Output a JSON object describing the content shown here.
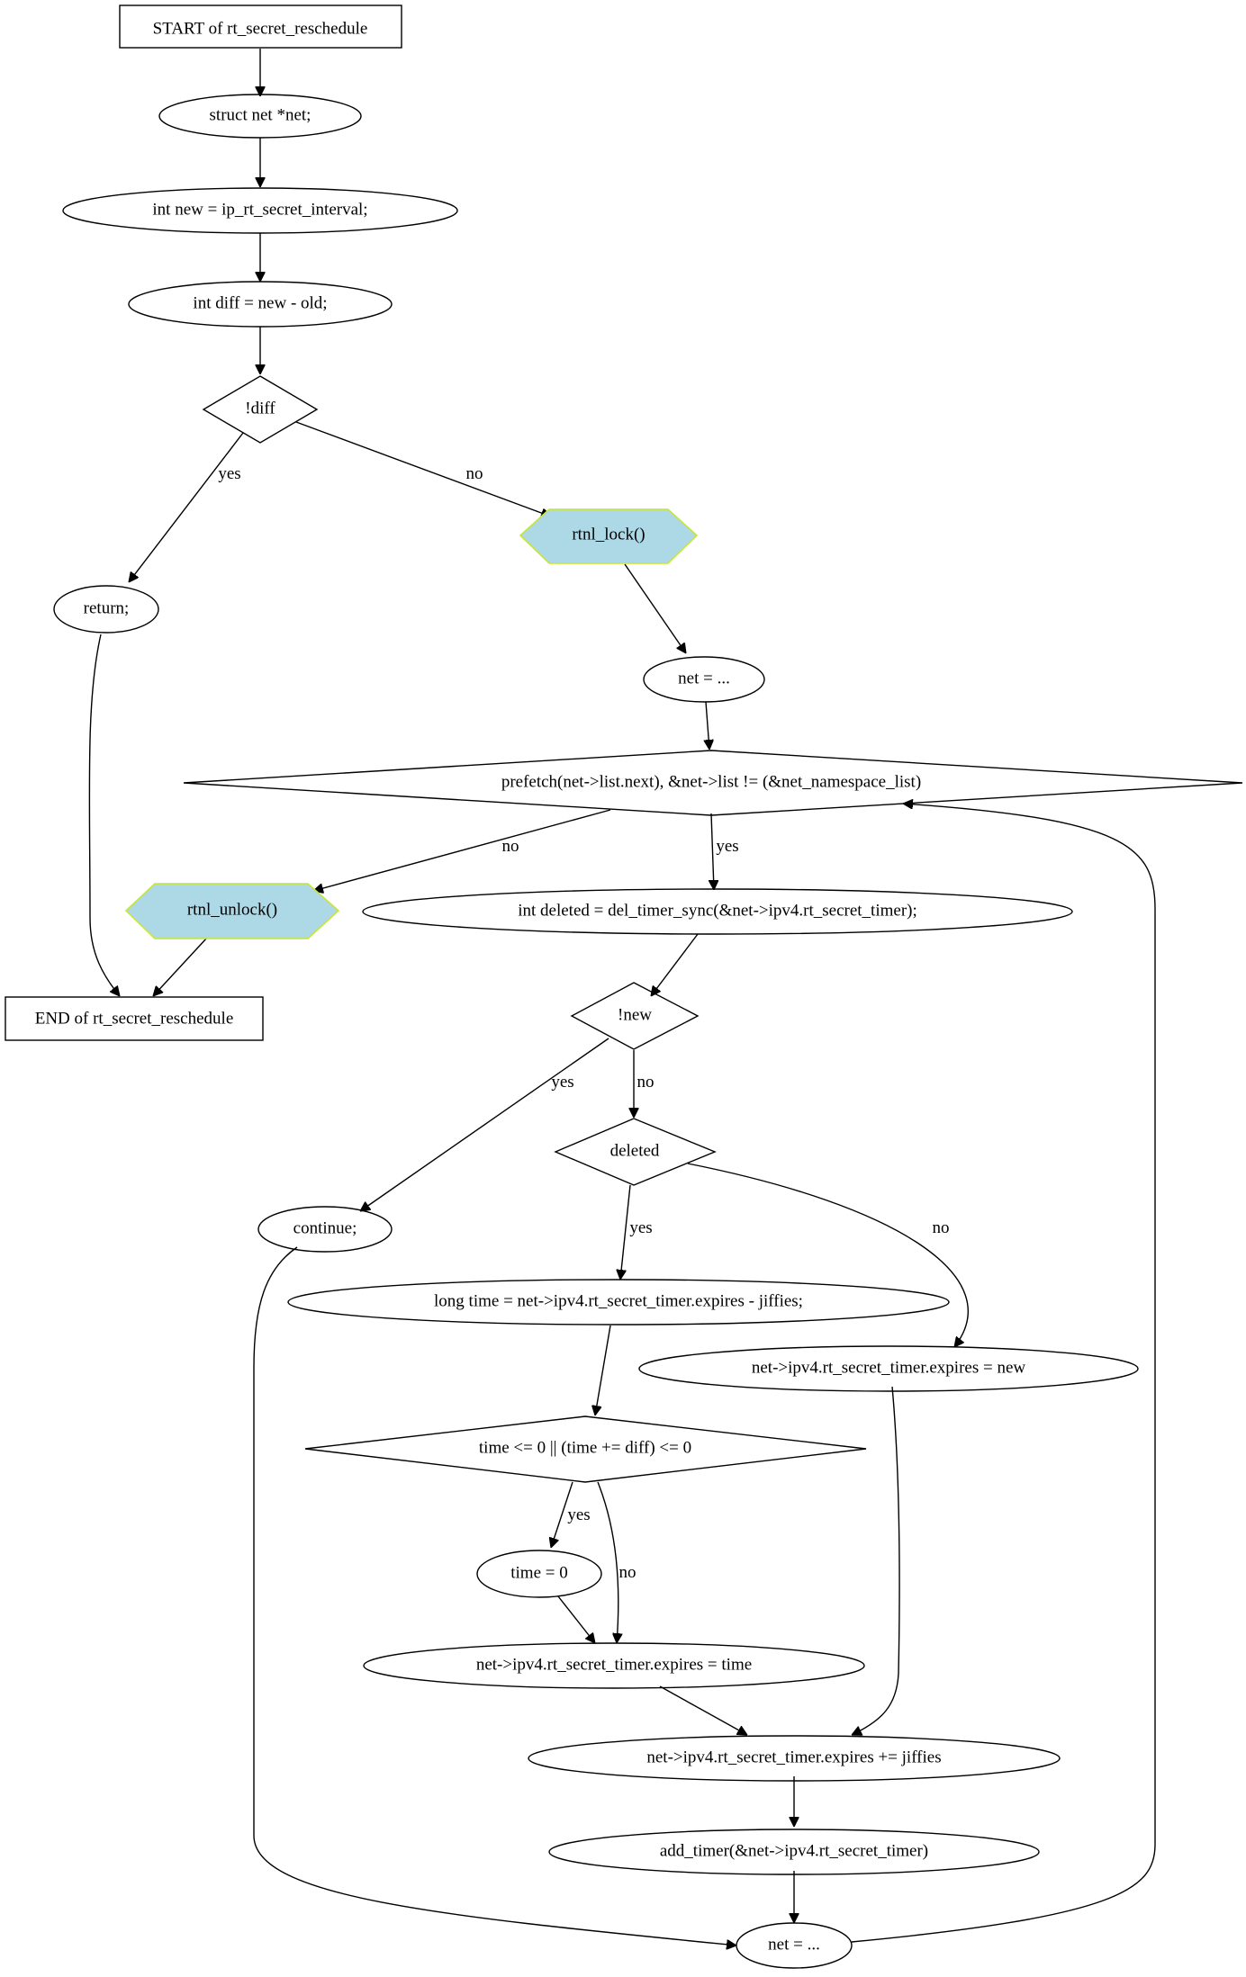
{
  "diagram": {
    "nodes": {
      "start": "START of rt_secret_reschedule",
      "decl_net": "struct net *net;",
      "decl_new": "int new = ip_rt_secret_interval;",
      "decl_diff": "int diff = new - old;",
      "cond_diff": "!diff",
      "return_stmt": "return;",
      "rtnl_lock": "rtnl_lock()",
      "net_init": "net = ...",
      "loop_cond": "prefetch(net->list.next), &net->list != (&net_namespace_list)",
      "rtnl_unlock": "rtnl_unlock()",
      "end": "END of rt_secret_reschedule",
      "decl_deleted": "int deleted = del_timer_sync(&net->ipv4.rt_secret_timer);",
      "cond_new": "!new",
      "cond_deleted": "deleted",
      "continue_stmt": "continue;",
      "decl_time": "long time = net->ipv4.rt_secret_timer.expires - jiffies;",
      "set_expires_new": "net->ipv4.rt_secret_timer.expires = new",
      "cond_time": "time <= 0 || (time += diff) <= 0",
      "time_zero": "time = 0",
      "set_expires_time": "net->ipv4.rt_secret_timer.expires = time",
      "add_jiffies": "net->ipv4.rt_secret_timer.expires += jiffies",
      "add_timer": "add_timer(&net->ipv4.rt_secret_timer)",
      "net_next": "net = ..."
    },
    "edge_labels": {
      "diff_yes": "yes",
      "diff_no": "no",
      "loop_no": "no",
      "loop_yes": "yes",
      "new_yes": "yes",
      "new_no": "no",
      "deleted_yes": "yes",
      "deleted_no": "no",
      "time_yes": "yes",
      "time_no": "no"
    },
    "colors": {
      "call_fill": "#add8e6",
      "call_stroke": "#c8e632",
      "line": "#000000"
    }
  }
}
